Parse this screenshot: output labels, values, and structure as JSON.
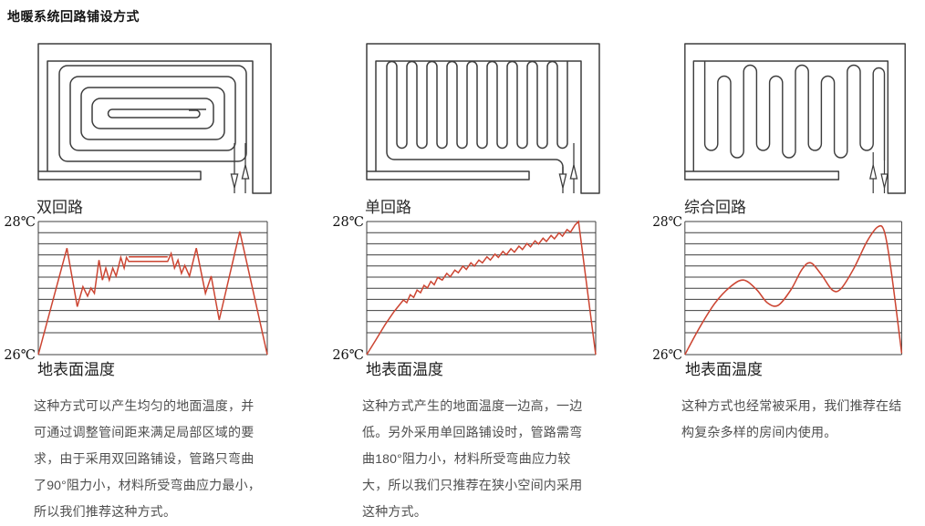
{
  "page": {
    "title": "地暖系统回路铺设方式"
  },
  "colors": {
    "line_red": "#cc4532",
    "grid": "#3f3f3f",
    "diagram_stroke": "#3d3d3d",
    "text_dark": "#1e1e1e",
    "text_gray": "#4f4f4f"
  },
  "columns": [
    {
      "diagram_type": "spiral",
      "diagram_label": "双回路",
      "chart_caption": "地表面温度",
      "description": "这种方式可以产生均匀的地面温度，并可通过调整管间距来满足局部区域的要求，由于采用双回路铺设，管路只弯曲了90°阻力小，材料所受弯曲应力最小，所以我们推荐这种方式。",
      "flow_arrows": "one-down-one-up"
    },
    {
      "diagram_type": "serpentine",
      "diagram_label": "单回路",
      "chart_caption": "地表面温度",
      "description": "这种方式产生的地面温度一边高，一边低。另外采用单回路铺设时，管路需弯曲180°阻力小，材料所受弯曲应力较大，所以我们只推荐在狭小空间内采用这种方式。",
      "flow_arrows": "one-down-one-up"
    },
    {
      "diagram_type": "combined",
      "diagram_label": "综合回路",
      "chart_caption": "地表面温度",
      "description": "这种方式也经常被采用，我们推荐在结构复杂多样的房间内使用。",
      "flow_arrows": "one-up-one-down"
    }
  ],
  "chart_data": [
    {
      "type": "line",
      "caption": "地表面温度",
      "ylim": [
        26,
        28
      ],
      "yticks": [
        {
          "value": 28,
          "label": "28℃"
        },
        {
          "value": 26,
          "label": "26℃"
        }
      ],
      "grid_inner_lines": 10,
      "smooth": false,
      "x_unit": "percent_of_plot_width",
      "points": [
        [
          0,
          26
        ],
        [
          12.5,
          27.6
        ],
        [
          17,
          26.72
        ],
        [
          19.5,
          27.02
        ],
        [
          21.5,
          26.88
        ],
        [
          23,
          27.0
        ],
        [
          24.5,
          26.92
        ],
        [
          26.5,
          27.42
        ],
        [
          28,
          27.12
        ],
        [
          29.5,
          27.3
        ],
        [
          31,
          27.12
        ],
        [
          32.5,
          27.3
        ],
        [
          34,
          27.18
        ],
        [
          36,
          27.46
        ],
        [
          37.5,
          27.3
        ],
        [
          38.5,
          27.46
        ],
        [
          39.5,
          27.4
        ],
        [
          56.5,
          27.4
        ],
        [
          58,
          27.52
        ],
        [
          59.5,
          27.3
        ],
        [
          61,
          27.42
        ],
        [
          62.5,
          27.22
        ],
        [
          64,
          27.34
        ],
        [
          66,
          27.18
        ],
        [
          69,
          27.6
        ],
        [
          73,
          26.92
        ],
        [
          75.5,
          27.18
        ],
        [
          79,
          26.52
        ],
        [
          88,
          27.85
        ],
        [
          100,
          26
        ]
      ],
      "overlay_segment": [
        [
          39.5,
          27.47
        ],
        [
          56.5,
          27.47
        ]
      ]
    },
    {
      "type": "line",
      "caption": "地表面温度",
      "ylim": [
        26,
        28
      ],
      "yticks": [
        {
          "value": 28,
          "label": "28℃"
        },
        {
          "value": 26,
          "label": "26℃"
        }
      ],
      "grid_inner_lines": 10,
      "smooth": false,
      "x_unit": "percent_of_plot_width",
      "points": [
        [
          0,
          26
        ],
        [
          4,
          26.22
        ],
        [
          8,
          26.45
        ],
        [
          12,
          26.65
        ],
        [
          16,
          26.82
        ],
        [
          17.5,
          26.78
        ],
        [
          19,
          26.9
        ],
        [
          20.5,
          26.86
        ],
        [
          22,
          26.97
        ],
        [
          23.5,
          26.93
        ],
        [
          25,
          27.04
        ],
        [
          26.5,
          27.0
        ],
        [
          28,
          27.1
        ],
        [
          29.5,
          27.05
        ],
        [
          31,
          27.16
        ],
        [
          33,
          27.12
        ],
        [
          35,
          27.22
        ],
        [
          36.5,
          27.17
        ],
        [
          38.5,
          27.27
        ],
        [
          40,
          27.23
        ],
        [
          42,
          27.33
        ],
        [
          43.5,
          27.28
        ],
        [
          45.5,
          27.38
        ],
        [
          47,
          27.33
        ],
        [
          49,
          27.42
        ],
        [
          50.5,
          27.38
        ],
        [
          52.5,
          27.47
        ],
        [
          54,
          27.42
        ],
        [
          56,
          27.51
        ],
        [
          57.5,
          27.46
        ],
        [
          59.5,
          27.55
        ],
        [
          61,
          27.5
        ],
        [
          63,
          27.59
        ],
        [
          64.5,
          27.54
        ],
        [
          66.5,
          27.63
        ],
        [
          68,
          27.58
        ],
        [
          70,
          27.67
        ],
        [
          71.5,
          27.62
        ],
        [
          73.5,
          27.71
        ],
        [
          75,
          27.66
        ],
        [
          77,
          27.75
        ],
        [
          78.5,
          27.7
        ],
        [
          80.5,
          27.79
        ],
        [
          82,
          27.74
        ],
        [
          84,
          27.83
        ],
        [
          85.5,
          27.78
        ],
        [
          87.5,
          27.88
        ],
        [
          89,
          27.84
        ],
        [
          91,
          27.95
        ],
        [
          92.5,
          28.0
        ],
        [
          100,
          26
        ]
      ]
    },
    {
      "type": "line",
      "caption": "地表面温度",
      "ylim": [
        26,
        28
      ],
      "yticks": [
        {
          "value": 28,
          "label": "28℃"
        },
        {
          "value": 26,
          "label": "26℃"
        }
      ],
      "grid_inner_lines": 10,
      "smooth": true,
      "x_unit": "percent_of_plot_width",
      "points": [
        [
          0,
          26
        ],
        [
          7,
          26.42
        ],
        [
          14,
          26.78
        ],
        [
          21,
          27.02
        ],
        [
          27,
          27.12
        ],
        [
          33,
          26.98
        ],
        [
          38,
          26.78
        ],
        [
          43,
          26.74
        ],
        [
          49,
          26.98
        ],
        [
          54,
          27.28
        ],
        [
          58,
          27.38
        ],
        [
          63,
          27.2
        ],
        [
          68,
          26.97
        ],
        [
          72,
          26.99
        ],
        [
          78,
          27.3
        ],
        [
          84,
          27.7
        ],
        [
          89,
          27.92
        ],
        [
          92,
          27.85
        ],
        [
          95,
          27.3
        ],
        [
          100,
          26.02
        ]
      ]
    }
  ]
}
